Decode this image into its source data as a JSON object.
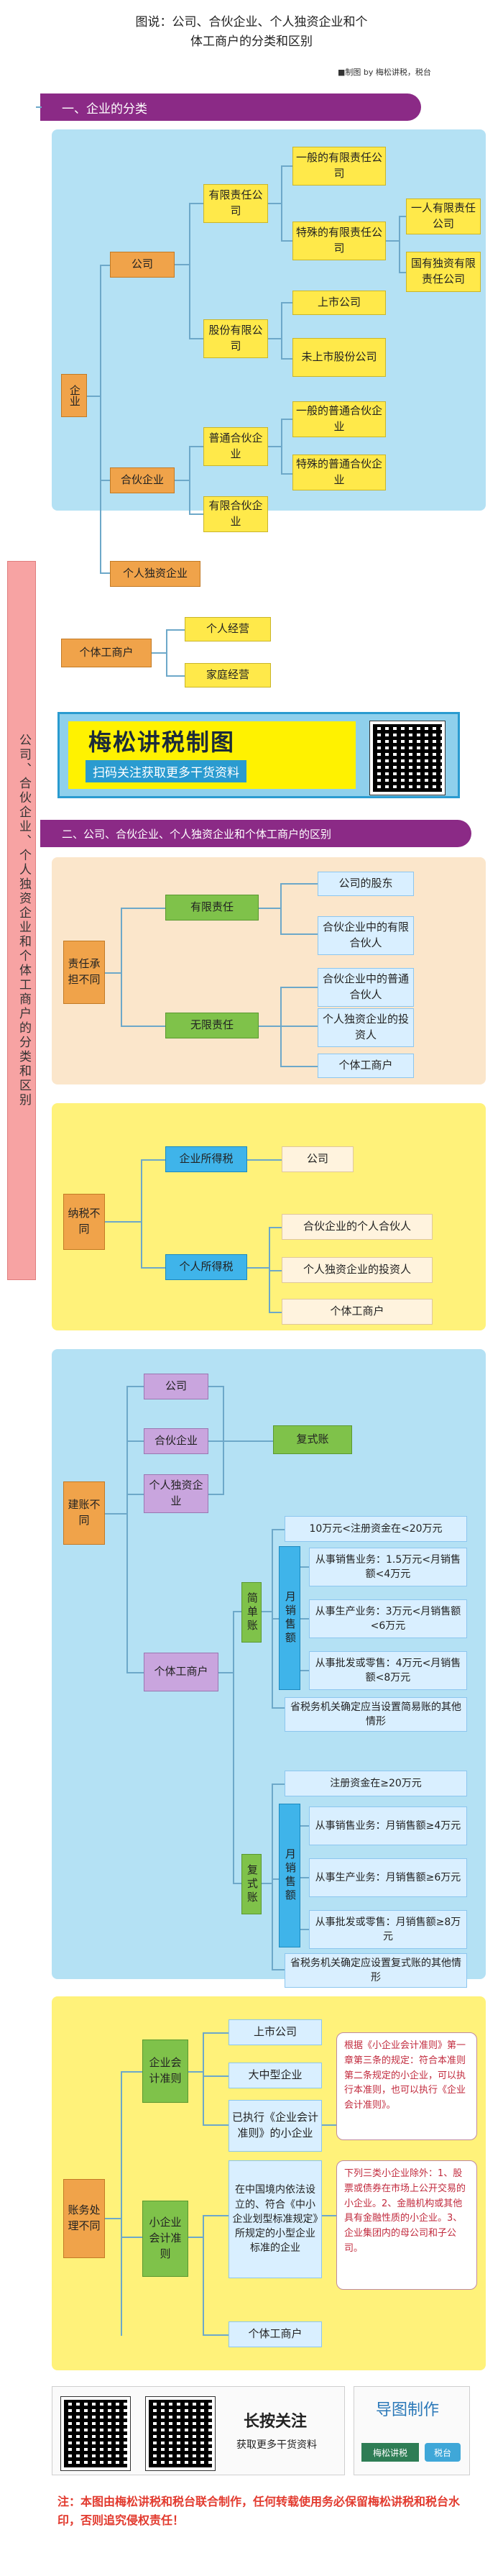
{
  "title": {
    "line1": "图说：公司、合伙企业、个人独资企业和个",
    "line2": "体工商户的分类和区别",
    "credit": "■制图 by 梅松讲税，税台"
  },
  "side_title": "公司、合伙企业、个人独资企业和个体工商户的分类和区别",
  "section1": {
    "title": "一、企业的分类",
    "enterprise": "企业",
    "company": "公司",
    "limited": "有限责任公司",
    "general_limited": "一般的有限责任公司",
    "special_limited": "特殊的有限责任公司",
    "one_person": "一人有限责任公司",
    "state_owned": "国有独资有限责任公司",
    "joint_stock": "股份有限公司",
    "listed": "上市公司",
    "unlisted": "未上市股份公司",
    "partnership": "合伙企业",
    "general_partnership": "普通合伙企业",
    "ordinary_general": "一般的普通合伙企业",
    "special_general": "特殊的普通合伙企业",
    "limited_partnership": "有限合伙企业",
    "sole": "个人独资企业",
    "individual_household": "个体工商户",
    "personal_operation": "个人经营",
    "family_operation": "家庭经营"
  },
  "banner": {
    "title": "梅松讲税制图",
    "subtitle": "扫码关注获取更多干货资料"
  },
  "section2": {
    "title": "二、公司、合伙企业、个人独资企业和个体工商户的区别",
    "liability": {
      "label": "责任承担不同",
      "limited": "有限责任",
      "unlimited": "无限责任",
      "shareholders": "公司的股东",
      "limited_partners": "合伙企业中的有限合伙人",
      "general_partners": "合伙企业中的普通合伙人",
      "sole_investor": "个人独资企业的投资人",
      "household": "个体工商户"
    },
    "tax": {
      "label": "纳税不同",
      "cit": "企业所得税",
      "pit": "个人所得税",
      "company": "公司",
      "partner": "合伙企业的个人合伙人",
      "sole_investor": "个人独资企业的投资人",
      "household": "个体工商户"
    },
    "books": {
      "label": "建账不同",
      "company": "公司",
      "partnership": "合伙企业",
      "sole": "个人独资企业",
      "household": "个体工商户",
      "double_entry": "复式账",
      "simple": "简单账",
      "monthly_sales": "月销售额",
      "simple_capital": "10万元<注册资金在<20万元",
      "simple_service": "从事销售业务：1.5万元<月销售额<4万元",
      "simple_production": "从事生产业务：3万元<月销售额<6万元",
      "simple_wholesale": "从事批发或零售：4万元<月销售额<8万元",
      "simple_other": "省税务机关确定应当设置简易账的其他情形",
      "double": "复式账",
      "double_capital": "注册资金在≥20万元",
      "double_service": "从事销售业务：月销售额≥4万元",
      "double_production": "从事生产业务：月销售额≥6万元",
      "double_wholesale": "从事批发或零售：月销售额≥8万元",
      "double_other": "省税务机关确定应设置复式账的其他情形"
    },
    "accounting": {
      "label": "账务处理不同",
      "enterprise_std": "企业会计准则",
      "listed": "上市公司",
      "large_medium": "大中型企业",
      "adopted": "已执行《企业会计准则》的小企业",
      "note1": "根据《小企业会计准则》第一章第三条的规定：符合本准则第二条规定的小企业，可以执行本准则，也可以执行《企业会计准则》。",
      "small_std": "小企业会计准则",
      "qualified": "在中国境内依法设立的、符合《中小企业划型标准规定》所规定的小型企业标准的企业",
      "note2": "下列三类小企业除外：1、股票或债券在市场上公开交易的小企业。2、金融机构或其他具有金融性质的小企业。3、企业集团内的母公司和子公司。",
      "household": "个体工商户"
    }
  },
  "footer": {
    "follow_title": "长按关注",
    "follow_sub": "获取更多干货资料",
    "maker_title": "导图制作",
    "maker_logo": "梅松讲税",
    "maker_logo2": "税台",
    "notice": "注：本图由梅松讲税和税台联合制作，任何转载使用务必保留梅松讲税和税台水印，否则追究侵权责任！"
  }
}
